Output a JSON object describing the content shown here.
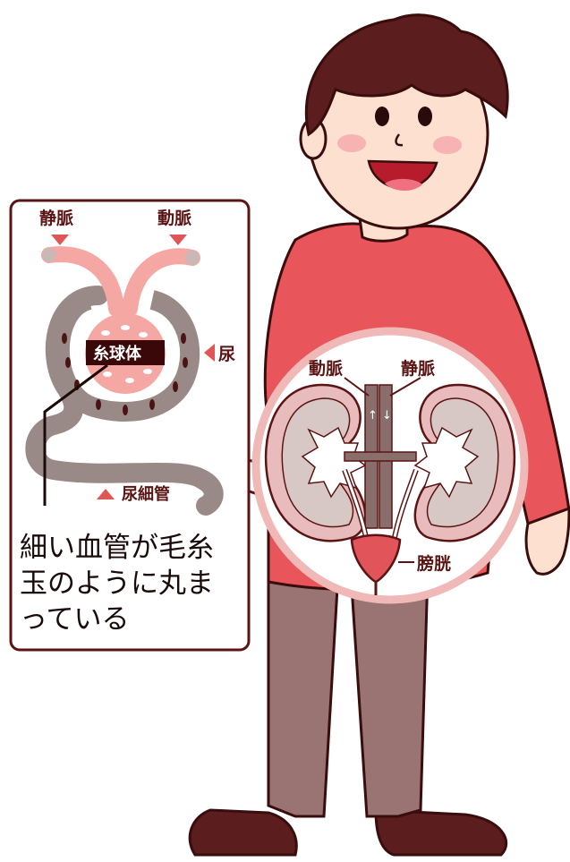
{
  "left_panel": {
    "vein_label": "静脈",
    "artery_label": "動脈",
    "urine_label": "尿",
    "tubule_label": "尿細管",
    "glomerulus_label": "糸球体",
    "caption_lines": [
      "細い血管が毛糸",
      "玉のように丸ま",
      "っている"
    ]
  },
  "kidney_circle": {
    "artery_label": "動脈",
    "vein_label": "静脈",
    "bladder_label": "膀胱",
    "arrow_up": "↑",
    "arrow_down": "↓"
  },
  "colors": {
    "outline": "#5a1414",
    "shirt": "#e8555a",
    "pants": "#9a7473",
    "skin": "#fde0cf",
    "hair": "#5b1d1d",
    "vessel_pink": "#f4a7a3",
    "tubule_gray": "#9a8a87",
    "kidney_fill": "#d8c8c5",
    "bladder": "#e0545a"
  }
}
